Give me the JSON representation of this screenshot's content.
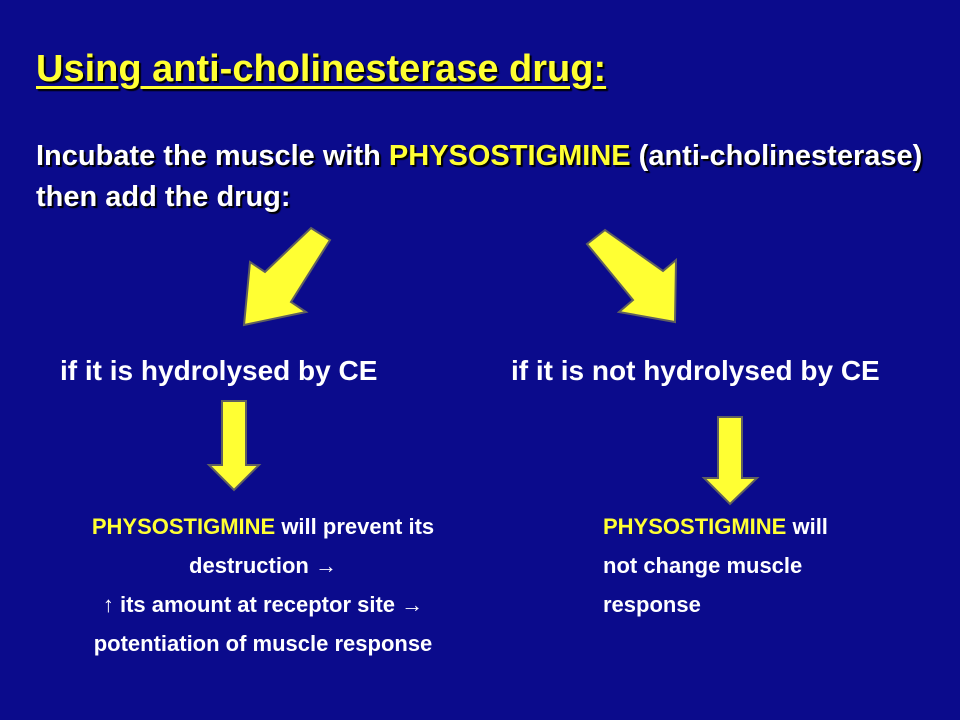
{
  "title": "Using anti-cholinesterase drug:",
  "intro": {
    "before": "Incubate the muscle with ",
    "highlight": "PHYSOSTIGMINE",
    "after": " (anti-cholinesterase) then add the drug:"
  },
  "branches": {
    "left": {
      "condition": "if it is hydrolysed by CE",
      "note_highlight": "PHYSOSTIGMINE",
      "note_line1_rest": " will prevent its",
      "note_line2": "destruction →",
      "note_line3": "↑ its amount at receptor site →",
      "note_line4": "potentiation of muscle response"
    },
    "right": {
      "condition": "if it is not hydrolysed by CE",
      "note_highlight": "PHYSOSTIGMINE",
      "note_line1_rest": " will",
      "note_line2": "not change muscle",
      "note_line3": "response"
    }
  },
  "colors": {
    "background": "#0b0b8c",
    "accent": "#ffff33",
    "text": "#ffffff",
    "arrow_fill": "#ffff33",
    "arrow_stroke": "#606060"
  },
  "icons": [
    "arrow-down-left-icon",
    "arrow-down-right-icon",
    "arrow-down-icon",
    "arrow-down-icon"
  ]
}
